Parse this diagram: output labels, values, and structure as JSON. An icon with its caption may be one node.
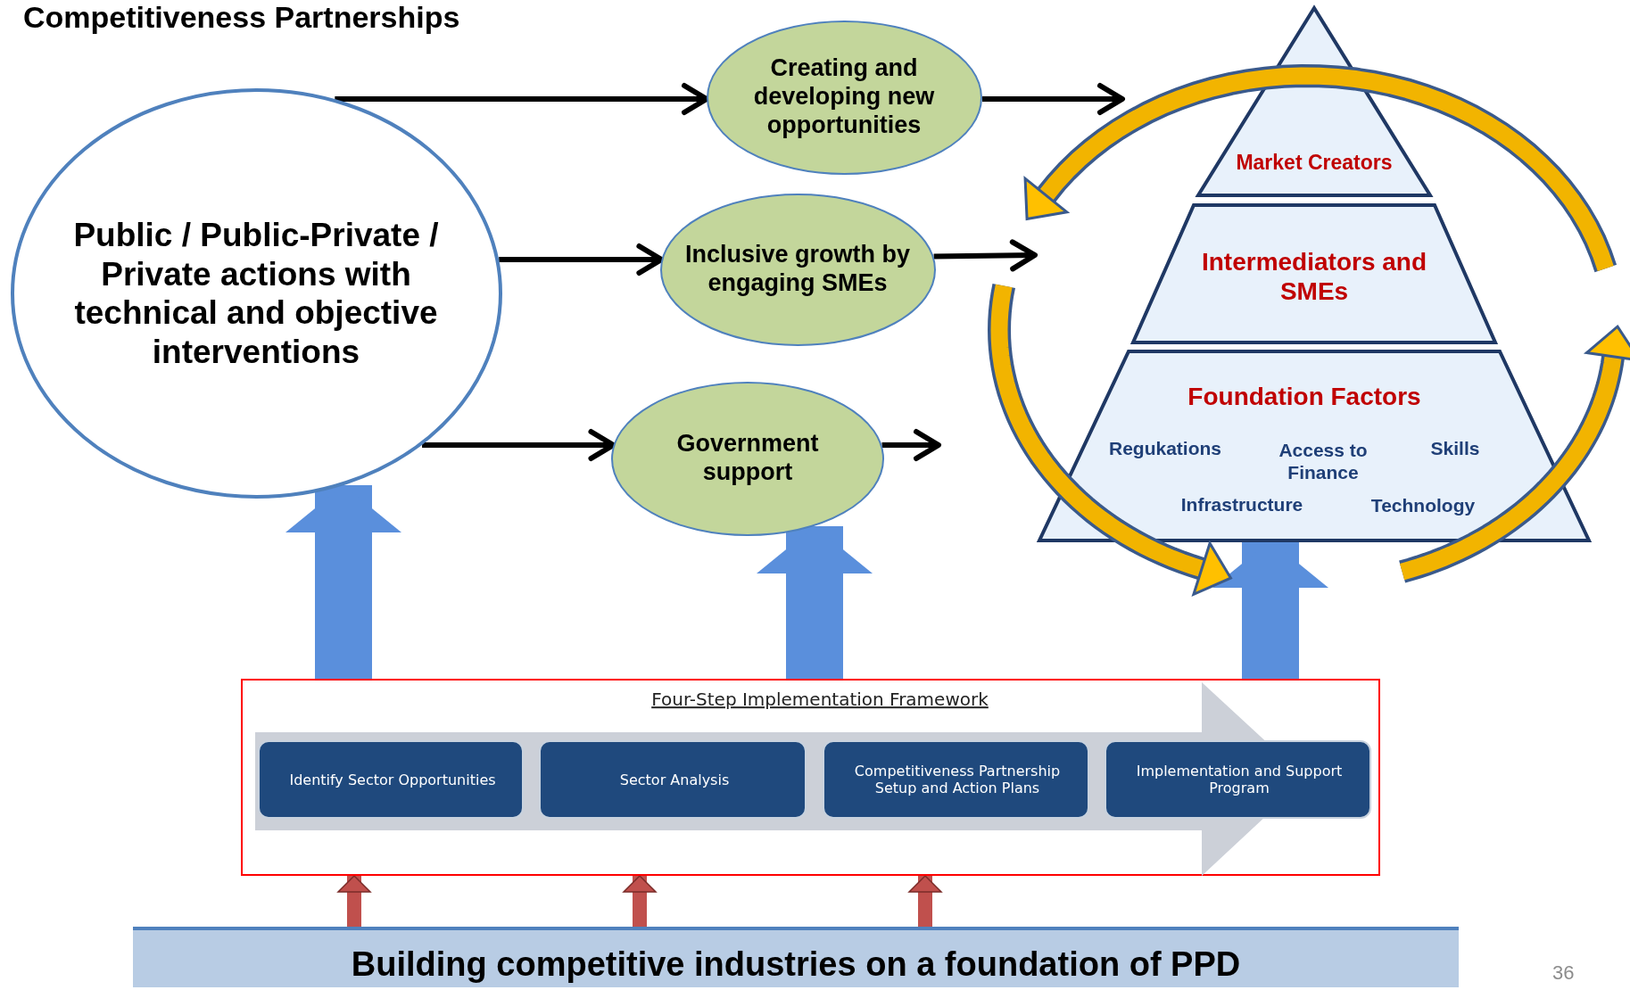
{
  "diagram": {
    "title": "Competitiveness Partnerships",
    "nodes": [
      {
        "text": [
          "Public / Public-Private / Private actions with technical and objective interventions"
        ]
      },
      {
        "text": [
          "Creating and developing new opportunities"
        ]
      },
      {
        "text": [
          "Inclusive growth by engaging SMEs"
        ]
      },
      {
        "text": [
          "Government support"
        ]
      },
      {
        "text": [
          "Market Creators"
        ]
      },
      {
        "text": [
          "Intermediators and SMEs"
        ]
      },
      {
        "text": [
          "Foundation Factors",
          "Regukations",
          "Access to Finance",
          "Skills",
          "Infrastructure",
          "Technology"
        ]
      },
      {
        "text": [
          "Four-Step Implementation Framework"
        ]
      },
      {
        "text": [
          "Identify Sector Opportunities"
        ],
        "in": 7
      },
      {
        "text": [
          "Sector Analysis"
        ],
        "in": 7
      },
      {
        "text": [
          "Competitiveness Partnership Setup and Action Plans"
        ],
        "in": 7
      },
      {
        "text": [
          "Implementation and Support Program"
        ],
        "in": 7
      },
      {
        "text": [
          "Building competitive industries on a foundation of PPD"
        ]
      }
    ],
    "edges": [
      {
        "from": 0,
        "to": 1,
        "arrow": "to"
      },
      {
        "from": 0,
        "to": 2,
        "arrow": "to"
      },
      {
        "from": 0,
        "to": 3,
        "arrow": "to"
      },
      {
        "from": 1,
        "to": null,
        "arrow": "to"
      },
      {
        "from": 2,
        "to": null,
        "arrow": "to"
      },
      {
        "from": 3,
        "to": null,
        "arrow": "to"
      },
      {
        "from": 7,
        "to": 0,
        "arrow": "to",
        "style": "thick",
        "color": "#5a8fdc"
      },
      {
        "from": 7,
        "to": 3,
        "arrow": "to",
        "style": "thick",
        "color": "#5a8fdc"
      },
      {
        "from": 7,
        "to": 6,
        "arrow": "to",
        "style": "thick",
        "color": "#5a8fdc"
      },
      {
        "from": 12,
        "to": 7,
        "arrow": "to",
        "style": "thick",
        "color": "#c0504d"
      },
      {
        "from": 12,
        "to": 7,
        "arrow": "to",
        "style": "thick",
        "color": "#c0504d"
      },
      {
        "from": 12,
        "to": 7,
        "arrow": "to",
        "style": "thick",
        "color": "#c0504d"
      }
    ],
    "labels": [
      "36"
    ]
  }
}
